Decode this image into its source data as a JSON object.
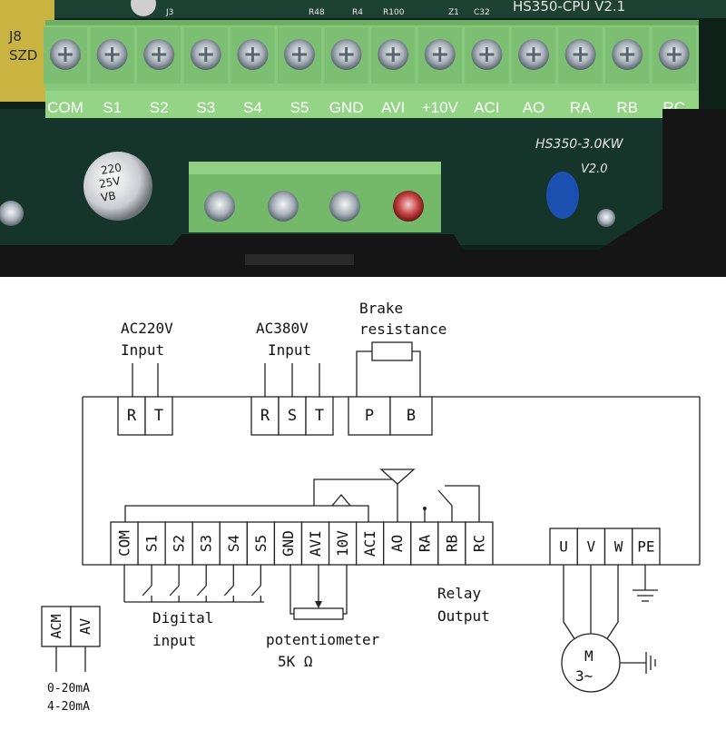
{
  "photo": {
    "top_terminals": [
      "COM",
      "S1",
      "S2",
      "S3",
      "S4",
      "S5",
      "GND",
      "AVI",
      "+10V",
      "ACI",
      "AO",
      "RA",
      "RB",
      "RC"
    ],
    "pcb_labels": {
      "board_top": "HS350-CPU  V2.1",
      "board_model": "HS350-3.0KW",
      "board_version": "V2.0",
      "j8": "J8",
      "szd": "SZD",
      "j3": "J3",
      "r48": "R48",
      "r4": "R4",
      "r100": "R100",
      "z1": "Z1",
      "c32": "C32",
      "cap_line1": "220",
      "cap_line2": "25V",
      "cap_line3": "VB"
    },
    "colors": {
      "terminal_green": "#8ccf7e",
      "pcb_green": "#16352a",
      "case_black": "#141414"
    }
  },
  "diagram": {
    "ac220": {
      "label_line1": "AC220V",
      "label_line2": "Input",
      "terminals": [
        "R",
        "T"
      ]
    },
    "ac380": {
      "label_line1": "AC380V",
      "label_line2": "Input",
      "terminals": [
        "R",
        "S",
        "T"
      ]
    },
    "brake": {
      "label_line1": "Brake",
      "label_line2": "resistance",
      "terminals": [
        "P",
        "B"
      ]
    },
    "control_terminals": [
      "COM",
      "S1",
      "S2",
      "S3",
      "S4",
      "S5",
      "GND",
      "AVI",
      "10V",
      "ACI",
      "AO",
      "RA",
      "RB",
      "RC"
    ],
    "motor_terminals": [
      "U",
      "V",
      "W",
      "PE"
    ],
    "digital_input": {
      "line1": "Digital",
      "line2": "input"
    },
    "potentiometer": {
      "line1": "potentiometer",
      "line2": "5K Ω"
    },
    "relay_output": {
      "line1": "Relay",
      "line2": "Output"
    },
    "motor": {
      "line1": "M",
      "line2": "3~"
    },
    "analog_box": {
      "terminals": [
        "ACM",
        "AV"
      ],
      "note1": "0-20mA",
      "note2": "4-20mA"
    }
  }
}
